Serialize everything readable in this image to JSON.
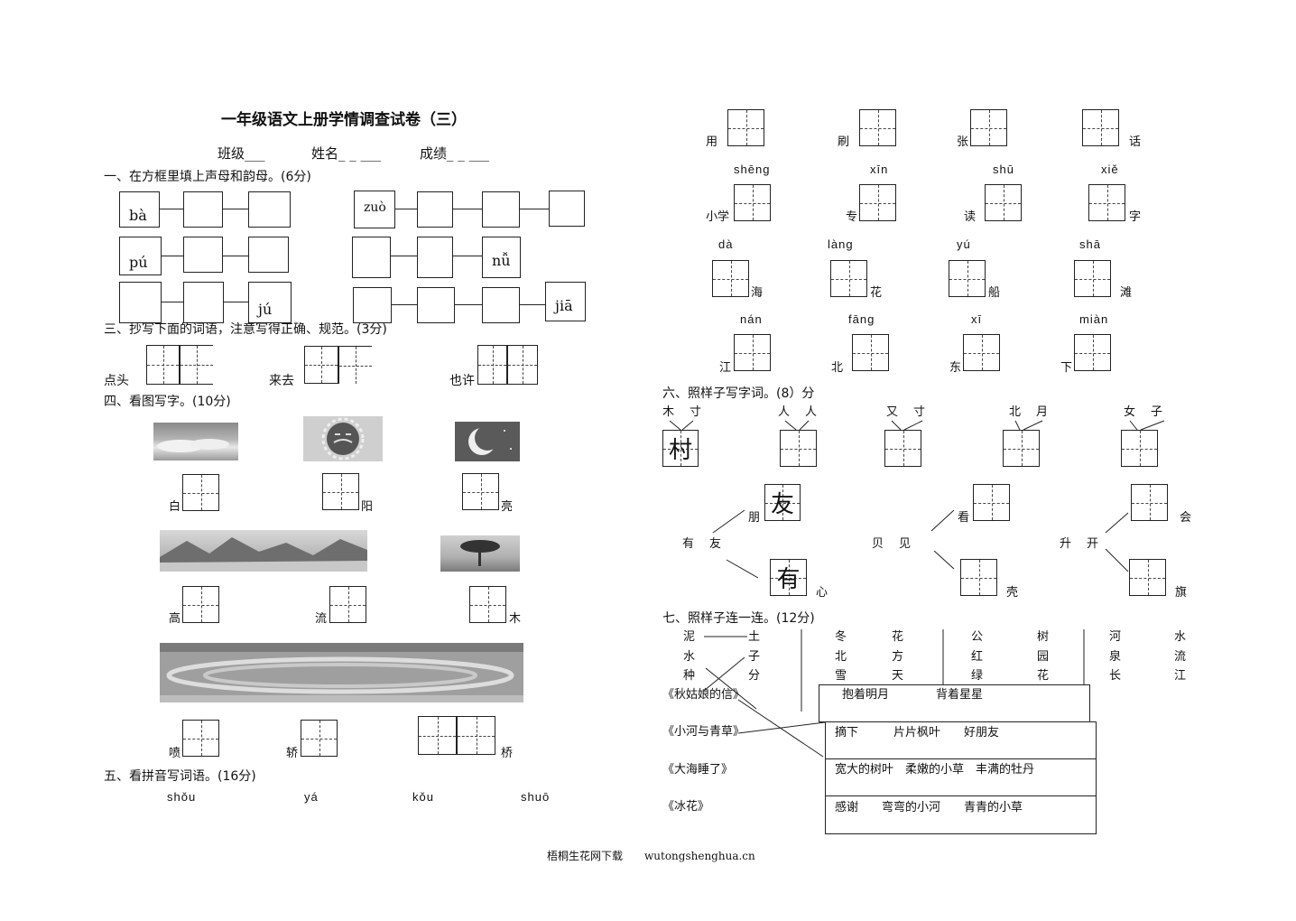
{
  "title": "一年级语文上册学情调查试卷（三）",
  "header": {
    "class_label": "班级___",
    "name_label": "姓名_ _ ___",
    "score_label": "成绩_ _ ___"
  },
  "sections": {
    "s1": "一、在方框里填上声母和韵母。(6分)",
    "s3": "三、抄写下面的词语，注意写得正确、规范。(3分)",
    "s4": "四、看图写字。(10分)",
    "s5": "五、看拼音写词语。(16分)",
    "s6": "六、照样子写字词。(8）分",
    "s7": "七、照样子连一连。(12分)"
  },
  "s1_syllables": [
    "bà",
    "zuò",
    "pú",
    "nǚ",
    "jú",
    "jiā"
  ],
  "s3_words": [
    "点头",
    "来去",
    "也许"
  ],
  "s4_labels": [
    "白",
    "阳",
    "亮",
    "高",
    "流",
    "木",
    "喷",
    "轿",
    "桥"
  ],
  "s5_pinyin_row1": [
    "shǒu",
    "yá",
    "kǒu",
    "shuō"
  ],
  "s5_right": {
    "row1": [
      "用",
      "刷",
      "张",
      "话"
    ],
    "row2_pinyin": [
      "shēng",
      "xīn",
      "shū",
      "xiě"
    ],
    "row2": [
      "小学",
      "专",
      "读",
      "字"
    ],
    "row3_pinyin": [
      "dà",
      "làng",
      "yú",
      "shā"
    ],
    "row3": [
      "海",
      "花",
      "船",
      "滩"
    ],
    "row4_pinyin": [
      "nán",
      "fāng",
      "xī",
      "miàn"
    ],
    "row4": [
      "江",
      "北",
      "东",
      "下"
    ]
  },
  "s6_pairs": [
    "木　寸",
    "人　人",
    "又　寸",
    "北　月",
    "女　子"
  ],
  "s6_example_char": "村",
  "s6_trees": {
    "t1": {
      "root": "有　友",
      "up_char": "友",
      "up_label": "朋",
      "down_char": "有",
      "down_label": "心"
    },
    "t2": {
      "root": "贝　见",
      "up_label": "看",
      "down_label": "壳"
    },
    "t3": {
      "root": "升　开",
      "up_label": "会",
      "down_label": "旗"
    }
  },
  "s7_groups": [
    {
      "left": [
        "泥",
        "水",
        "种"
      ],
      "right": [
        "土",
        "子",
        "分"
      ]
    },
    {
      "left": [
        "冬",
        "北",
        "雪"
      ],
      "right": [
        "花",
        "方",
        "天"
      ]
    },
    {
      "left": [
        "公",
        "红",
        "绿"
      ],
      "right": [
        "树",
        "园",
        "花"
      ]
    },
    {
      "left": [
        "河",
        "泉",
        "长"
      ],
      "right": [
        "水",
        "流",
        "江"
      ]
    }
  ],
  "s7_books": [
    "《秋姑娘的信》",
    "《小河与青草》",
    "《大海睡了》",
    "《冰花》"
  ],
  "s7_answers": [
    "抱着明月　　　　背着星星",
    "摘下　　　片片枫叶　　好朋友",
    "宽大的树叶　柔嫩的小草　丰满的牡丹",
    "感谢　　弯弯的小河　　青青的小草"
  ],
  "footer": "梧桐生花网下载　　wutongshenghua.cn"
}
